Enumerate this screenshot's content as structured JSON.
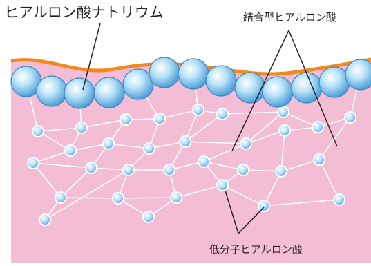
{
  "labels": {
    "sodium_hyaluronate": "ヒアルロン酸ナトリウム",
    "bound_hyaluronic_acid": "結合型ヒアルロン酸",
    "low_molecular_hyaluronic_acid": "低分子ヒアルロン酸"
  },
  "colors": {
    "skin_fill": "#f4bdd6",
    "skin_line": "#f08a1e",
    "large_sphere_fill": "#9fd4f2",
    "large_sphere_edge": "#3b89c9",
    "small_sphere_fill": "#a9dcf5",
    "small_sphere_edge": "#ffffff",
    "network_line": "#ffffff",
    "pointer_line": "#222222"
  }
}
